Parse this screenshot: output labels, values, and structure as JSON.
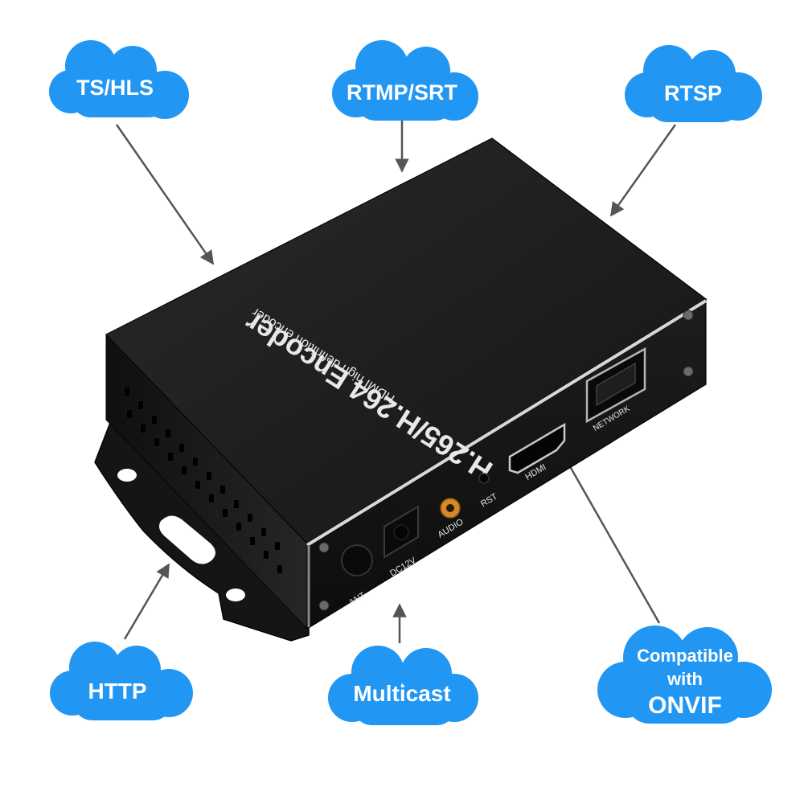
{
  "clouds": [
    {
      "id": "ts-hls",
      "label": "TS/HLS"
    },
    {
      "id": "rtmp-srt",
      "label": "RTMP/SRT"
    },
    {
      "id": "rtsp",
      "label": "RTSP"
    },
    {
      "id": "http",
      "label": "HTTP"
    },
    {
      "id": "multicast",
      "label": "Multicast"
    },
    {
      "id": "onvif",
      "lines": [
        "Compatible",
        "with",
        "ONVIF"
      ]
    }
  ],
  "device": {
    "title": "H.265/H.264 Encoder",
    "subtitle": "HDMI high definition encoder",
    "ports": {
      "ant": "ANT",
      "dc": "DC12V",
      "audio": "AUDIO",
      "rst": "RST",
      "hdmi": "HDMI",
      "network": "NETWORK"
    }
  },
  "colors": {
    "cloud": "#2196f3",
    "cloud_edge": "#1c86e0",
    "device_body": "#1c1c1c",
    "arrow": "#555555",
    "audio_port": "#d68a2a"
  }
}
